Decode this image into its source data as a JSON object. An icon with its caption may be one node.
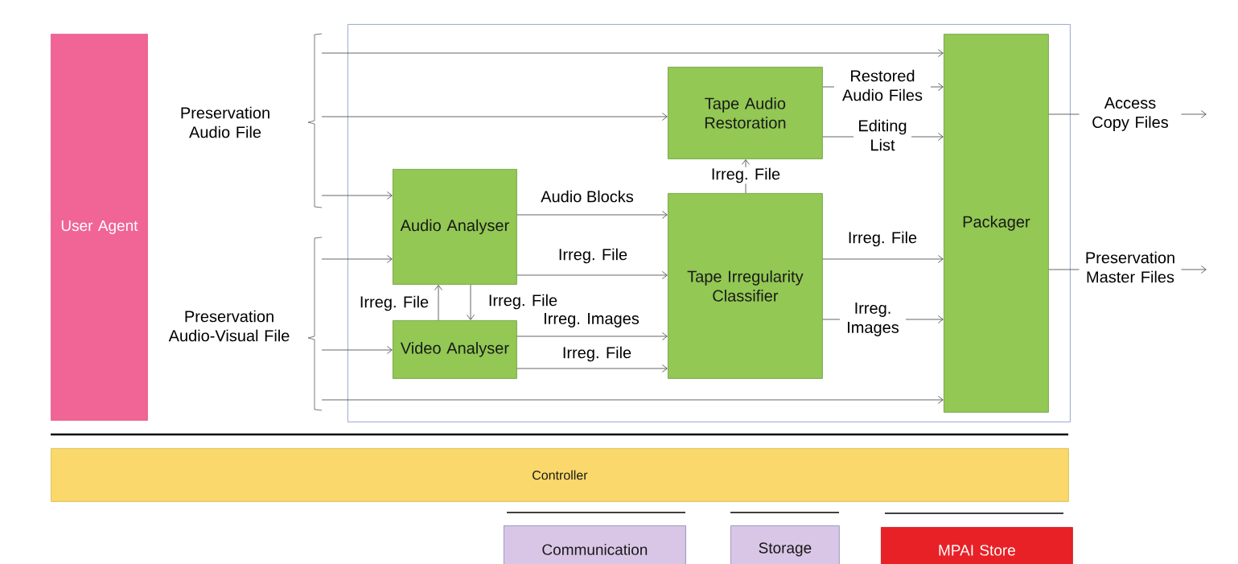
{
  "diagram": {
    "nodes": [
      {
        "text": [
          "User Agent"
        ]
      },
      {
        "text": [],
        "shape": "box"
      },
      {
        "text": [
          "Tape Audio Restoration"
        ],
        "in": 1
      },
      {
        "text": [
          "Audio Analyser"
        ],
        "in": 1
      },
      {
        "text": [
          "Tape Irregularity Classifier"
        ],
        "in": 1
      },
      {
        "text": [
          "Packager"
        ],
        "in": 1
      },
      {
        "text": [
          "Video Analyser"
        ],
        "in": 1
      },
      {
        "text": [
          "Controller"
        ]
      },
      {
        "text": [
          "Communication"
        ]
      },
      {
        "text": [
          "Storage"
        ]
      },
      {
        "text": [
          "MPAI Store"
        ]
      }
    ],
    "edges": [
      {
        "from": null,
        "to": 5,
        "arrow": "to"
      },
      {
        "from": null,
        "to": 2,
        "arrow": "to"
      },
      {
        "from": null,
        "to": 3,
        "arrow": "to"
      },
      {
        "from": null,
        "to": 3,
        "arrow": "to"
      },
      {
        "from": null,
        "to": 6,
        "arrow": "to"
      },
      {
        "from": null,
        "to": 5,
        "arrow": "to"
      },
      {
        "from": 3,
        "to": 4,
        "arrow": "to",
        "label": "Audio Blocks"
      },
      {
        "from": 3,
        "to": 4,
        "arrow": "to",
        "label": "Irreg. File"
      },
      {
        "from": 6,
        "to": 3,
        "arrow": "to",
        "label": "Irreg. File"
      },
      {
        "from": 3,
        "to": 6,
        "arrow": "to",
        "label": "Irreg. File"
      },
      {
        "from": 6,
        "to": 4,
        "arrow": "to",
        "label": "Irreg. Images"
      },
      {
        "from": 6,
        "to": 4,
        "arrow": "to",
        "label": "Irreg. File"
      },
      {
        "from": 4,
        "to": 2,
        "arrow": "to",
        "label": "Irreg. File"
      },
      {
        "from": 2,
        "to": 5,
        "arrow": "to",
        "label": "Restored Audio Files"
      },
      {
        "from": 2,
        "to": 5,
        "arrow": "to",
        "label": "Editing List"
      },
      {
        "from": 4,
        "to": 5,
        "arrow": "to",
        "label": "Irreg. File"
      },
      {
        "from": 4,
        "to": 5,
        "arrow": "to",
        "label": "Irreg. Images"
      },
      {
        "from": 5,
        "to": null,
        "arrow": "to",
        "label": "Access Copy Files"
      },
      {
        "from": 5,
        "to": null,
        "arrow": "to",
        "label": "Preservation Master Files"
      }
    ],
    "labels": [
      "Preservation Audio File",
      "Preservation Audio-Visual File"
    ]
  }
}
